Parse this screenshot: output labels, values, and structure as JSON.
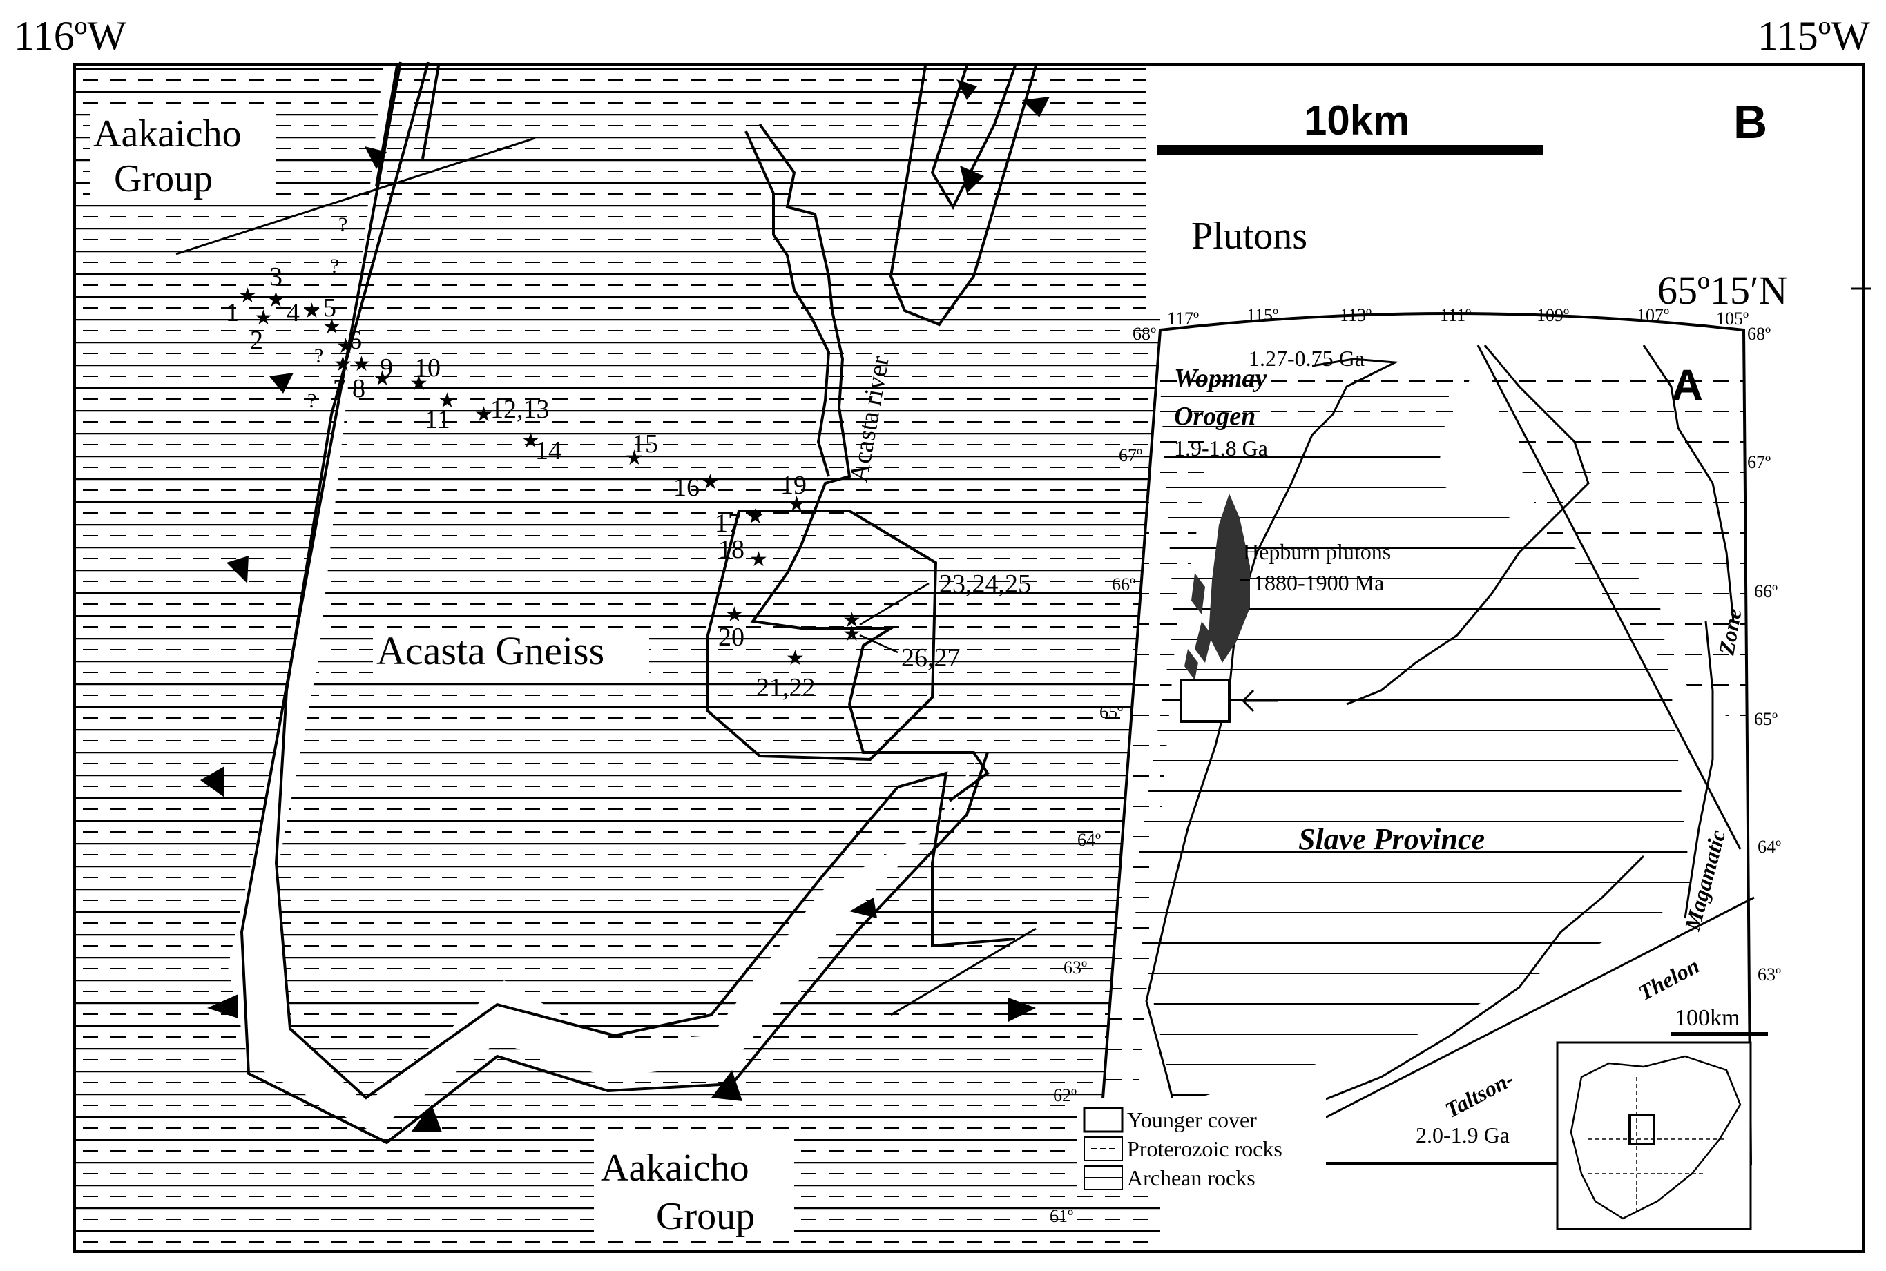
{
  "corner_labels": {
    "west": "116ºW",
    "east": "115ºW",
    "lat": "65º15′N"
  },
  "panel_b": {
    "letter": "B",
    "scale_label": "10km",
    "units": {
      "aakaicho_north": [
        "Aakaicho",
        "Group"
      ],
      "aakaicho_south": [
        "Aakaicho",
        "Group"
      ],
      "plutons": "Plutons",
      "acasta_gneiss": "Acasta Gneiss",
      "acasta_river": "Acasta river"
    },
    "uncertain_mark": "?",
    "sample_labels": [
      "1",
      "2",
      "3",
      "4",
      "5",
      "6",
      "7",
      "8",
      "9",
      "10",
      "11",
      "12,13",
      "14",
      "15",
      "16",
      "17",
      "18",
      "19",
      "20",
      "21,22",
      "23,24,25",
      "26,27"
    ]
  },
  "panel_a": {
    "letter": "A",
    "scale_label": "100km",
    "lon_ticks": [
      "117º",
      "115º",
      "113º",
      "111º",
      "109º",
      "107º",
      "105º"
    ],
    "lat_ticks_left": [
      "68º",
      "67º",
      "66º",
      "65º",
      "64º",
      "63º",
      "62º",
      "61º"
    ],
    "lat_ticks_right": [
      "68º",
      "67º",
      "66º",
      "65º",
      "64º",
      "63º"
    ],
    "labels": {
      "wopmay": [
        "Wopmay",
        "Orogen"
      ],
      "wopmay_age": "1.9-1.8 Ga",
      "cover_age": "1.27-0.75 Ga",
      "hepburn": [
        "Hepburn plutons",
        "1880-1900 Ma"
      ],
      "slave": "Slave Province",
      "zone": "Zone",
      "magamatic": "Magamatic",
      "thelon": "Thelon",
      "taltson": "Taltson-",
      "taltson_age": "2.0-1.9 Ga"
    },
    "legend": [
      "Younger cover",
      "Proterozoic rocks",
      "Archean rocks"
    ]
  }
}
